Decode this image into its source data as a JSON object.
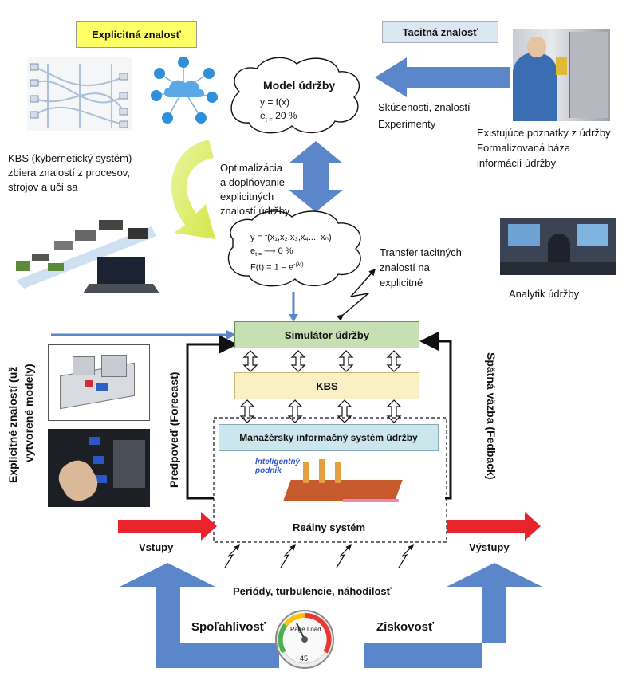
{
  "labels": {
    "explicit": "Explicitná znalosť",
    "tacit": "Tacitná znalosť",
    "model_title": "Model  údržby",
    "model_eq1": "y = f(x)",
    "model_eq2": "e",
    "model_eq2_sub": "t =",
    "model_eq2_val": " 20 %",
    "experience_1": "Skúsenosti, znalostí",
    "experience_2": "Experimenty",
    "existing_1": "Existujúce poznatky z údržby",
    "existing_2": "Formalizovaná  báza",
    "existing_3": "informácií údržby",
    "kbs_1": "KBS (kybernetický systém)",
    "kbs_2": "zbiera znalostí z procesov,",
    "kbs_3": "strojov a učí sa",
    "optim_1": "Optimalizácia",
    "optim_2": "a doplňovanie",
    "optim_3": "explicitných",
    "optim_4": "znalostí údržby",
    "cloud2_eq1": "y = f(x₁,x₂,x₃,x₄..., xₙ)",
    "cloud2_eq2a": "e",
    "cloud2_eq2_sub": "t =",
    "cloud2_eq2b": "0 %",
    "cloud2_eq3": "F(t) = 1 – e",
    "cloud2_eq3_sup": "-(λt)",
    "transfer_1": "Transfer tacitných",
    "transfer_2": "znalostí na",
    "transfer_3": "explicitné",
    "analyst": "Analytik údržby",
    "simulator": "Simulátor údržby",
    "kbs_box": "KBS",
    "mis": "Manažérsky informačný systém údržby",
    "real_system": "Reálny systém",
    "inputs": "Vstupy",
    "outputs": "Výstupy",
    "forecast": "Predpoveď (Forecast)",
    "feedback": "Spätná  väzba (Fedback)",
    "explicit_left_1": "Explicitné znalostí (už",
    "explicit_left_2": "vytvorené modely)",
    "periods": "Periódy, turbulencie, náhodilosť",
    "reliability": "Spoľahlivosť",
    "profitability": "Ziskovosť",
    "smart_factory": "Inteligentný podnik",
    "gauge_label": "Page Load",
    "gauge_value": "45"
  },
  "colors": {
    "explicit_bg": "#ffff66",
    "tacit_bg": "#dae6f2",
    "simulator_bg": "#c6e0b4",
    "kbs_bg": "#fbefc4",
    "mis_bg": "#cce6ee",
    "blue_arrow": "#5b86c9",
    "red_arrow": "#e8232c"
  }
}
